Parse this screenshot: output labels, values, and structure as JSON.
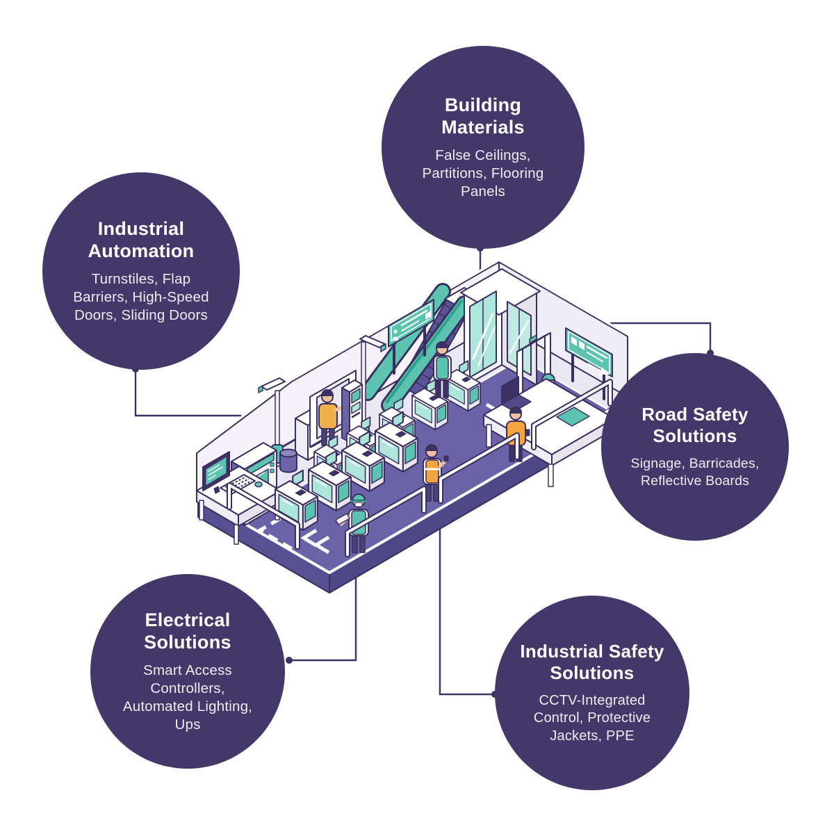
{
  "infographic": {
    "background": "#FFFFFF",
    "bubbles": [
      {
        "id": "building-materials",
        "title": "Building Materials",
        "subtitle": "False Ceilings, Partitions, Flooring Panels"
      },
      {
        "id": "industrial-automation",
        "title": "Industrial Automation",
        "subtitle": "Turnstiles, Flap Barriers, High-Speed Doors, Sliding Doors"
      },
      {
        "id": "road-safety-solutions",
        "title": "Road Safety Solutions",
        "subtitle": "Signage, Barricades, Reflective Boards"
      },
      {
        "id": "electrical-solutions",
        "title": "Electrical Solutions",
        "subtitle": "Smart Access Controllers, Automated Lighting, Ups"
      },
      {
        "id": "industrial-safety-solutions",
        "title": "Industrial Safety Solutions",
        "subtitle": "CCTV-Integrated Control, Protective Jackets, PPE"
      }
    ],
    "colors": {
      "bubble_fill": "#443769",
      "bubble_title": "#FFFFFF",
      "bubble_subtitle": "#EFECF6",
      "connector": "#3E3164",
      "outline": "#3A2D5F",
      "floor_purple": "#6A63A8",
      "teal": "#5BC3AF",
      "teal_light": "#AFE6DC",
      "wall": "#F5F3F9",
      "walkway_gray": "#E9E7F1",
      "accent_orange": "#F2A43E"
    },
    "illustration": {
      "scene": "isometric-metro-station-concourse",
      "elements": [
        "escalator",
        "elevator",
        "fare-gates",
        "metal-detector-gate",
        "security-desk",
        "cctv-cameras",
        "ticket-vending-machine",
        "info-kiosk",
        "signage-boards",
        "workstation-desk",
        "railings",
        "floor-markings",
        "staff-and-passengers"
      ]
    }
  }
}
